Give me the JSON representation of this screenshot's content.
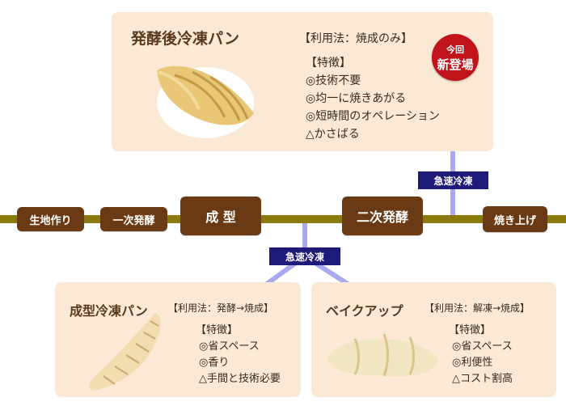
{
  "top_card": {
    "title": "発酵後冷凍パン",
    "usage": "【利用法：焼成のみ】",
    "features_header": "【特徴】",
    "features": [
      "◎技術不要",
      "◎均一に焼きあがる",
      "◎短時間のオペレーション",
      "△かさばる"
    ],
    "badge_line1": "今回",
    "badge_line2": "新登場"
  },
  "process": {
    "steps": [
      "生地作り",
      "一次発酵",
      "成 型",
      "二次発酵",
      "焼き上げ"
    ]
  },
  "freeze_tags": {
    "top": "急速冷凍",
    "bottom": "急速冷凍"
  },
  "left_card": {
    "title": "成型冷凍パン",
    "usage": "【利用法：発酵→焼成】",
    "features_header": "【特徴】",
    "features": [
      "◎省スペース",
      "◎香り",
      "△手間と技術必要"
    ]
  },
  "right_card": {
    "title": "ベイクアップ",
    "usage": "【利用法：解凍→焼成】",
    "features_header": "【特徴】",
    "features": [
      "◎省スペース",
      "◎利便性",
      "△コスト割高"
    ]
  },
  "colors": {
    "card_bg": "#fbe9d6",
    "node_bg": "#6a3a14",
    "line": "#8a7a10",
    "connector": "#a9a9f0",
    "tag_bg": "#1d1a7a",
    "badge": "#c0131a"
  },
  "images": {
    "top_bread": "croissant-baked-icon",
    "left_bread": "croissant-raw-icon",
    "right_bread": "croissant-pale-icon"
  }
}
